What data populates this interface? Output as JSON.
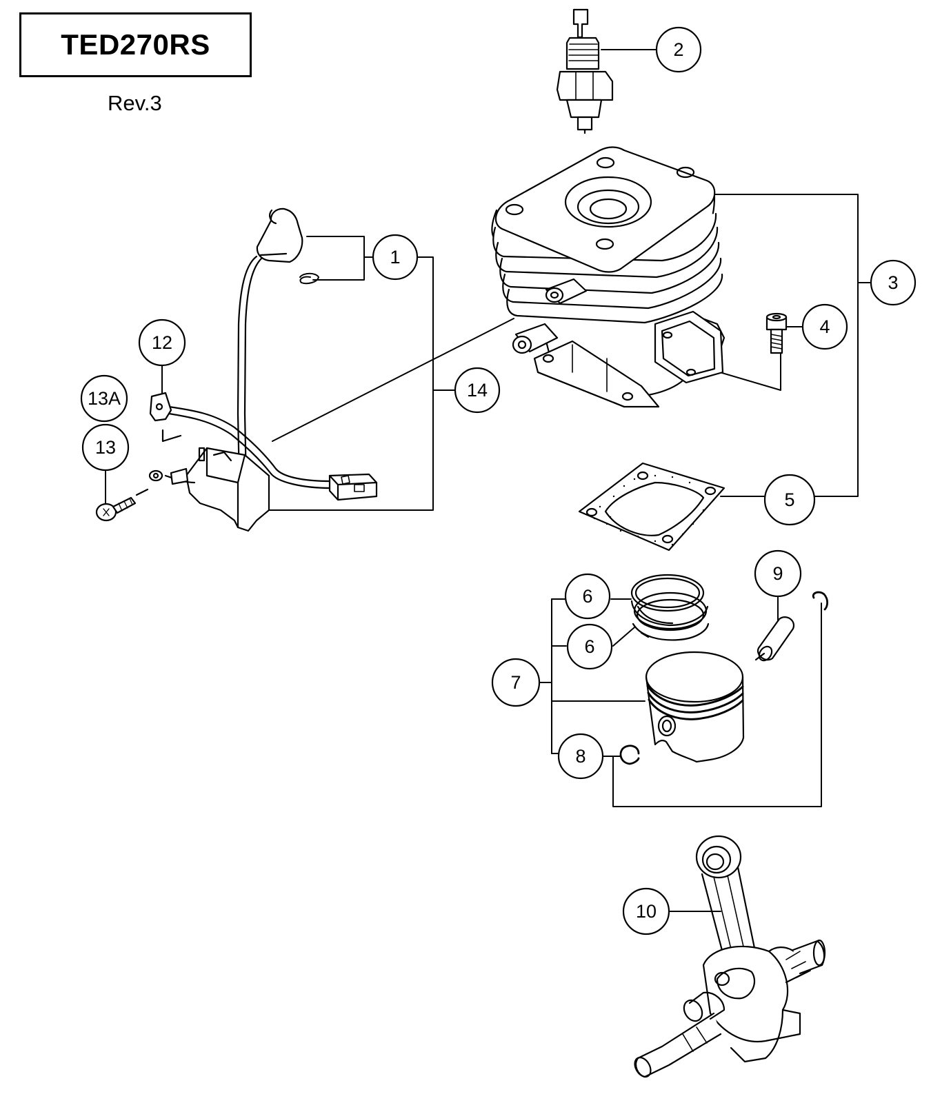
{
  "header": {
    "model": "TED270RS",
    "revision": "Rev.3"
  },
  "callouts": [
    {
      "id": "1",
      "label": "1"
    },
    {
      "id": "2",
      "label": "2"
    },
    {
      "id": "3",
      "label": "3"
    },
    {
      "id": "4",
      "label": "4"
    },
    {
      "id": "5",
      "label": "5"
    },
    {
      "id": "6a",
      "label": "6"
    },
    {
      "id": "6b",
      "label": "6"
    },
    {
      "id": "7",
      "label": "7"
    },
    {
      "id": "8",
      "label": "8"
    },
    {
      "id": "9",
      "label": "9"
    },
    {
      "id": "10",
      "label": "10"
    },
    {
      "id": "12",
      "label": "12"
    },
    {
      "id": "13A",
      "label": "13A"
    },
    {
      "id": "13",
      "label": "13"
    },
    {
      "id": "14",
      "label": "14"
    }
  ]
}
